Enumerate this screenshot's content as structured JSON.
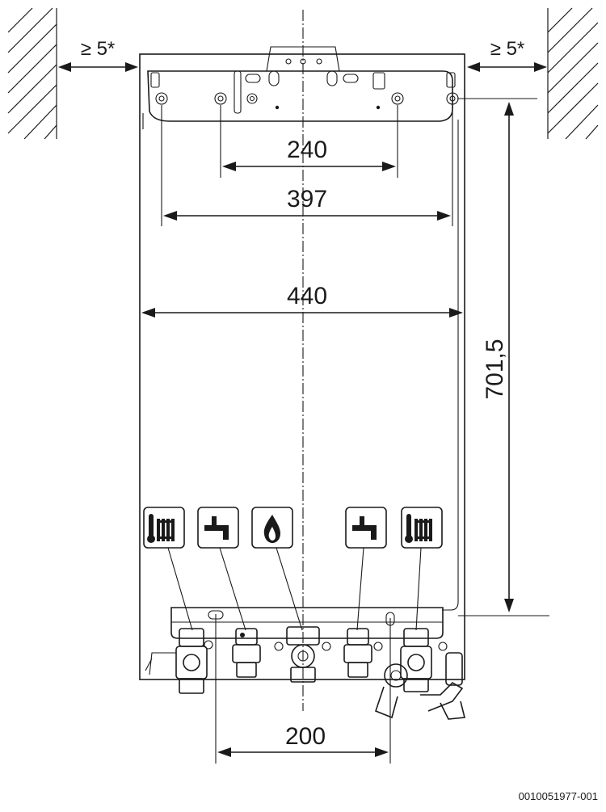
{
  "dimensions": {
    "rail_hole_spacing": "240",
    "outer_hole_spacing": "397",
    "appliance_width": "440",
    "vertical_height": "701,5",
    "connection_spacing": "200",
    "left_clearance": "≥ 5*",
    "right_clearance": "≥ 5*"
  },
  "connection_icons": [
    {
      "name": "heating-flow",
      "icon": "thermometer-radiator-icon"
    },
    {
      "name": "hot-water-outlet",
      "icon": "tap-hot-icon"
    },
    {
      "name": "gas-inlet",
      "icon": "flame-icon"
    },
    {
      "name": "cold-water-inlet",
      "icon": "tap-cold-icon"
    },
    {
      "name": "heating-return",
      "icon": "thermometer-radiator-icon"
    }
  ],
  "reference_code": "0010051977-001"
}
